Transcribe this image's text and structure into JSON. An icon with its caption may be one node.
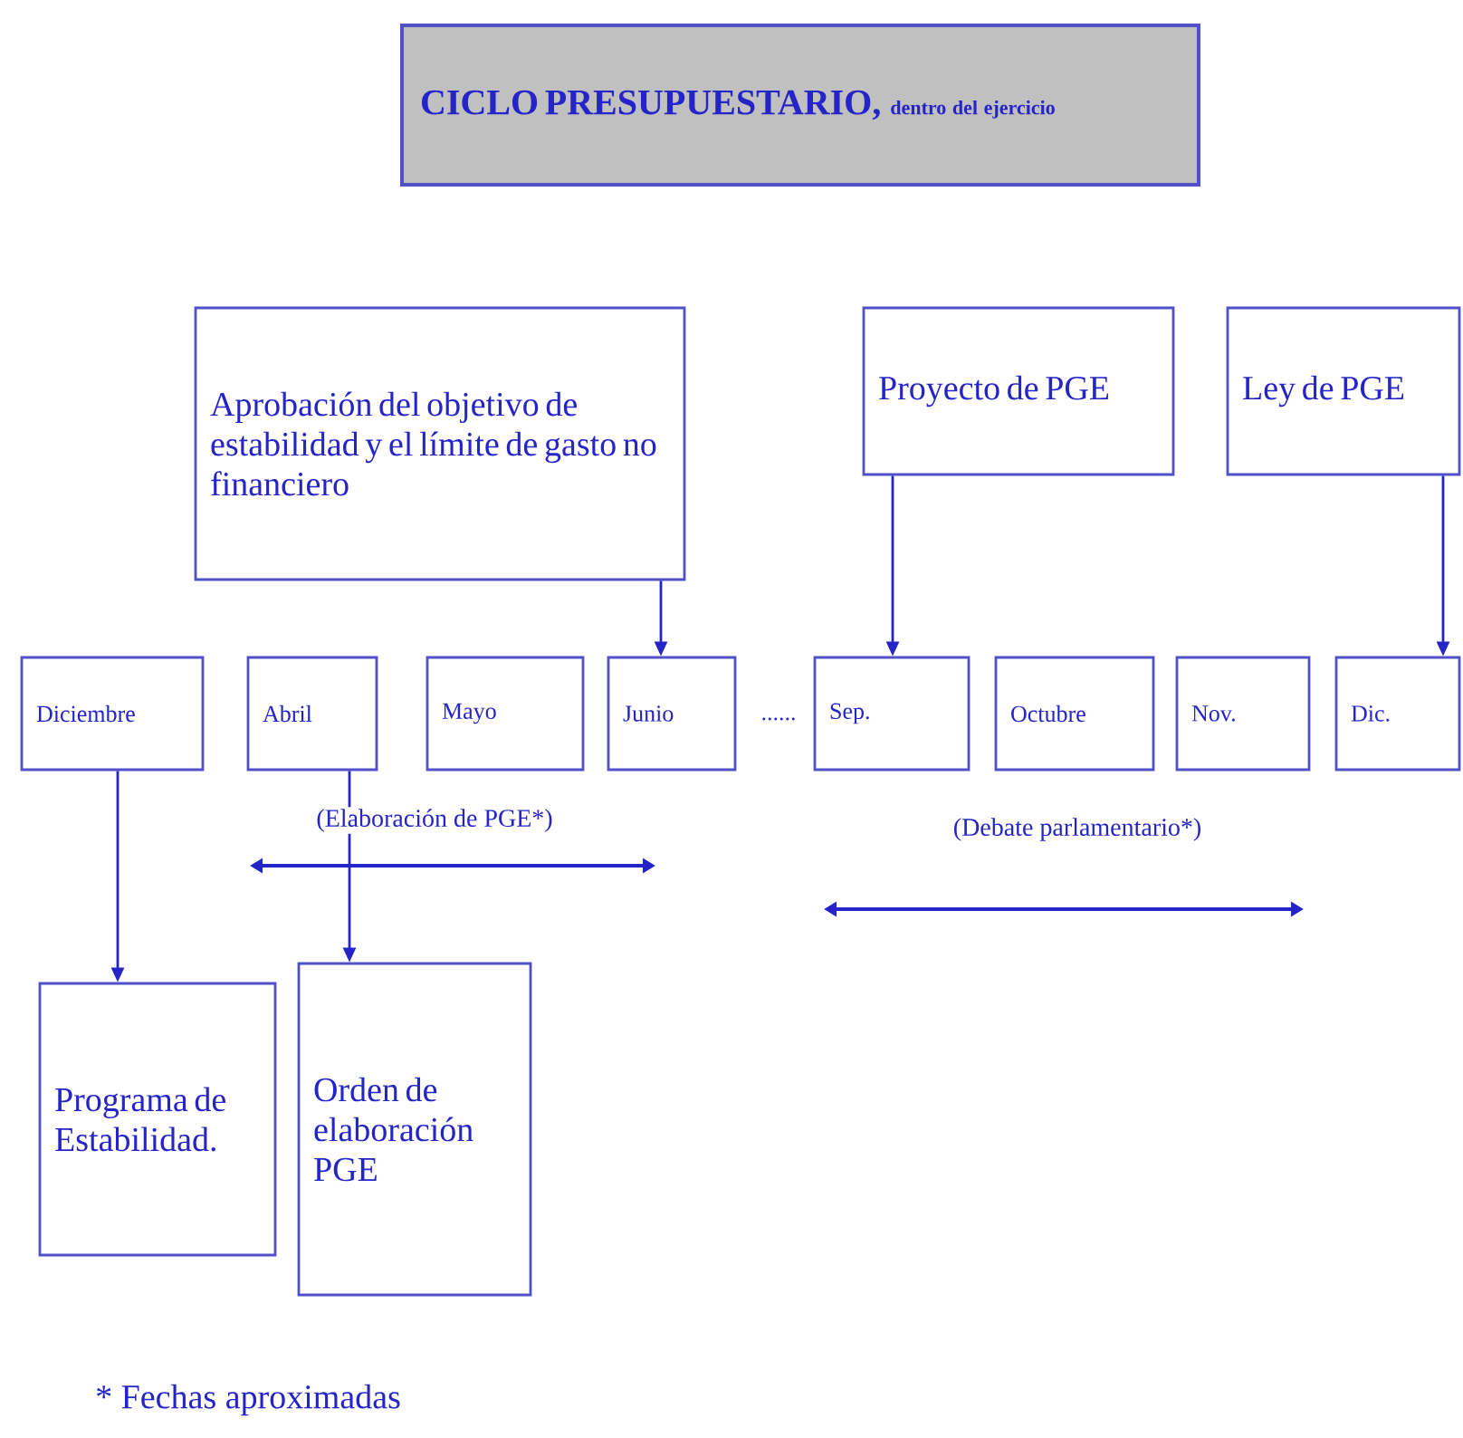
{
  "diagram": {
    "nodes": [
      {
        "text": [
          "CICLO PRESUPUESTARIO,",
          "dentro del ejercicio"
        ]
      },
      {
        "text": [
          "Aprobación del objetivo de estabilidad y el límite de gasto no financiero"
        ]
      },
      {
        "text": [
          "Proyecto de PGE"
        ]
      },
      {
        "text": [
          "Ley de PGE"
        ]
      },
      {
        "text": [
          "Diciembre"
        ]
      },
      {
        "text": [
          "Abril"
        ]
      },
      {
        "text": [
          "Mayo"
        ]
      },
      {
        "text": [
          "Junio"
        ]
      },
      {
        "text": [
          "Sep."
        ]
      },
      {
        "text": [
          "Octubre"
        ]
      },
      {
        "text": [
          "Nov."
        ]
      },
      {
        "text": [
          "Dic."
        ]
      },
      {
        "text": [
          "Programa de Estabilidad."
        ]
      },
      {
        "text": [
          "Orden de elaboración PGE"
        ]
      }
    ],
    "edges": [
      {
        "from": 1,
        "to": 7,
        "arrow": "to"
      },
      {
        "from": 2,
        "to": 8,
        "arrow": "to"
      },
      {
        "from": 3,
        "to": 11,
        "arrow": "to"
      },
      {
        "from": 4,
        "to": 12,
        "arrow": "to"
      },
      {
        "from": 5,
        "to": 13,
        "arrow": "to"
      }
    ],
    "labels": [
      "......",
      "(Elaboración de PGE*)",
      "(Debate parlamentario*)",
      "* Fechas aproximadas"
    ]
  }
}
